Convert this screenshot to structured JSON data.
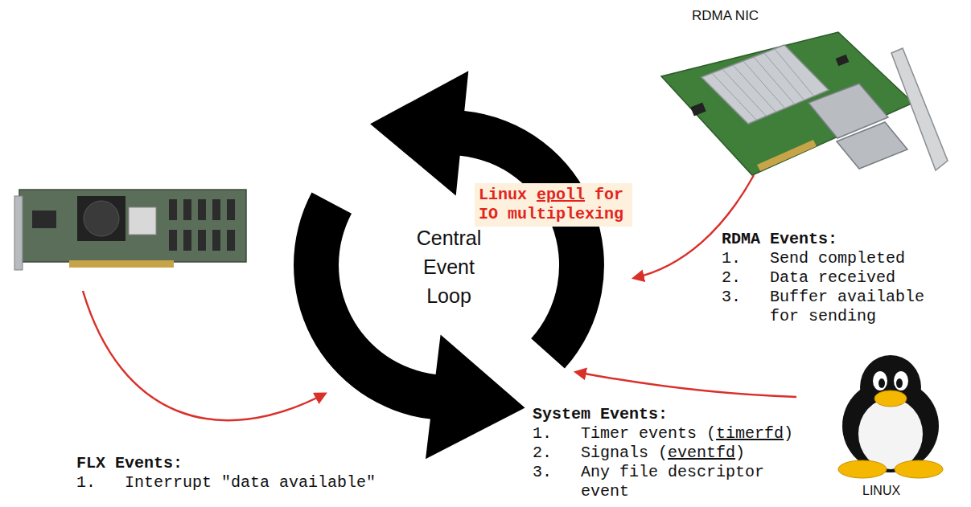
{
  "diagram": {
    "nodes": [
      {
        "text": [
          "Central Event Loop"
        ]
      },
      {
        "text": [
          "Linux epoll for IO multiplexing"
        ]
      }
    ],
    "labels": [
      "RDMA NIC",
      "RDMA Events:",
      "1. Send completed",
      "2. Data received",
      "3. Buffer available for sending",
      "LINUX",
      "System Events:",
      "1. Timer events (timerfd)",
      "2. Signals (eventfd)",
      "3. Any file descriptor event",
      "FLX Events:",
      "1. Interrupt \"data available\""
    ]
  }
}
